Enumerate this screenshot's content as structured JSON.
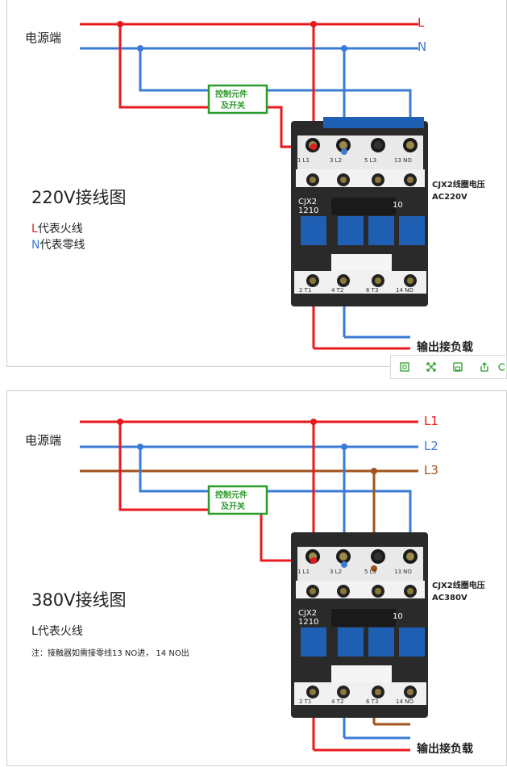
{
  "colors": {
    "live": "#e8191e",
    "neutral": "#3a7bd5",
    "l3": "#a0521a",
    "switch": "#2b9a2b",
    "contactor_body": "#2a2a2a",
    "contactor_blue": "#1f5fb3"
  },
  "panel1": {
    "source_label": "电源端",
    "line_labels": [
      "L",
      "N"
    ],
    "switch_label_line1": "控制元件",
    "switch_label_line2": "及开关",
    "title": "220V接线图",
    "legend_l_letter": "L",
    "legend_l_text": "代表火线",
    "legend_n_letter": "N",
    "legend_n_text": "代表零线",
    "coil_line1": "CJX2线圈电压",
    "coil_line2": "AC220V",
    "output_label": "输出接负载",
    "model_line1": "CJX2",
    "model_line2": "1210",
    "rating": "10",
    "top_terminals": [
      "1 L1",
      "3 L2",
      "5 L3",
      "13 NO"
    ],
    "bottom_terminals": [
      "2 T1",
      "4 T2",
      "6 T3",
      "14 NO"
    ]
  },
  "panel2": {
    "source_label": "电源端",
    "line_labels": [
      "L1",
      "L2",
      "L3"
    ],
    "switch_label_line1": "控制元件",
    "switch_label_line2": "及开关",
    "title": "380V接线图",
    "legend_text": "L代表火线",
    "note": "注：接触器如需接零线13 NO进， 14 NO出",
    "coil_line1": "CJX2线圈电压",
    "coil_line2": "AC380V",
    "output_label": "输出接负载",
    "model_line1": "CJX2",
    "model_line2": "1210",
    "rating": "10",
    "top_terminals": [
      "1 L1",
      "3 L2",
      "5 L3",
      "13 NO"
    ],
    "bottom_terminals": [
      "2 T1",
      "4 T2",
      "6 T3",
      "14 NO"
    ]
  },
  "toolbar": {
    "icons": [
      "fit-icon",
      "expand-icon",
      "save-icon",
      "share-icon",
      "more-icon"
    ]
  }
}
